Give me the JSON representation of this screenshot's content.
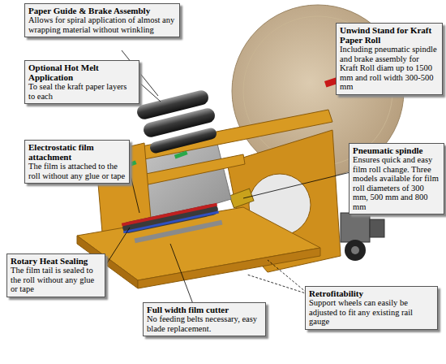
{
  "diagram": {
    "nodes": [
      {
        "text": [
          "Paper Guide & Brake Assembly",
          "Allows for spiral application of almost any wrapping material without wrinkling"
        ]
      },
      {
        "text": [
          "Unwind Stand for Kraft Paper Roll",
          "Including pneumatic spindle and brake assembly for Kraft Roll diam up to 1500 mm and roll width 300-500 mm"
        ]
      },
      {
        "text": [
          "Optional Hot Melt Application",
          "To seal the kraft paper layers to each"
        ]
      },
      {
        "text": [
          "Electrostatic film attachment",
          "The film is attached to the roll without any glue or tape"
        ]
      },
      {
        "text": [
          "Pneumatic spindle",
          "Ensures quick and easy film roll change. Three models available for film roll diameters of 300 mm, 500 mm and 800 mm"
        ]
      },
      {
        "text": [
          "Rotary Heat Sealing",
          "The film tail is sealed to the roll without any glue or tape"
        ]
      },
      {
        "text": [
          "Retrofitability",
          "Support wheels can easily be adjusted to fit any existing rail gauge"
        ]
      },
      {
        "text": [
          "Full width film cutter",
          "No feeding belts necessary, easy blade replacement."
        ]
      }
    ]
  }
}
